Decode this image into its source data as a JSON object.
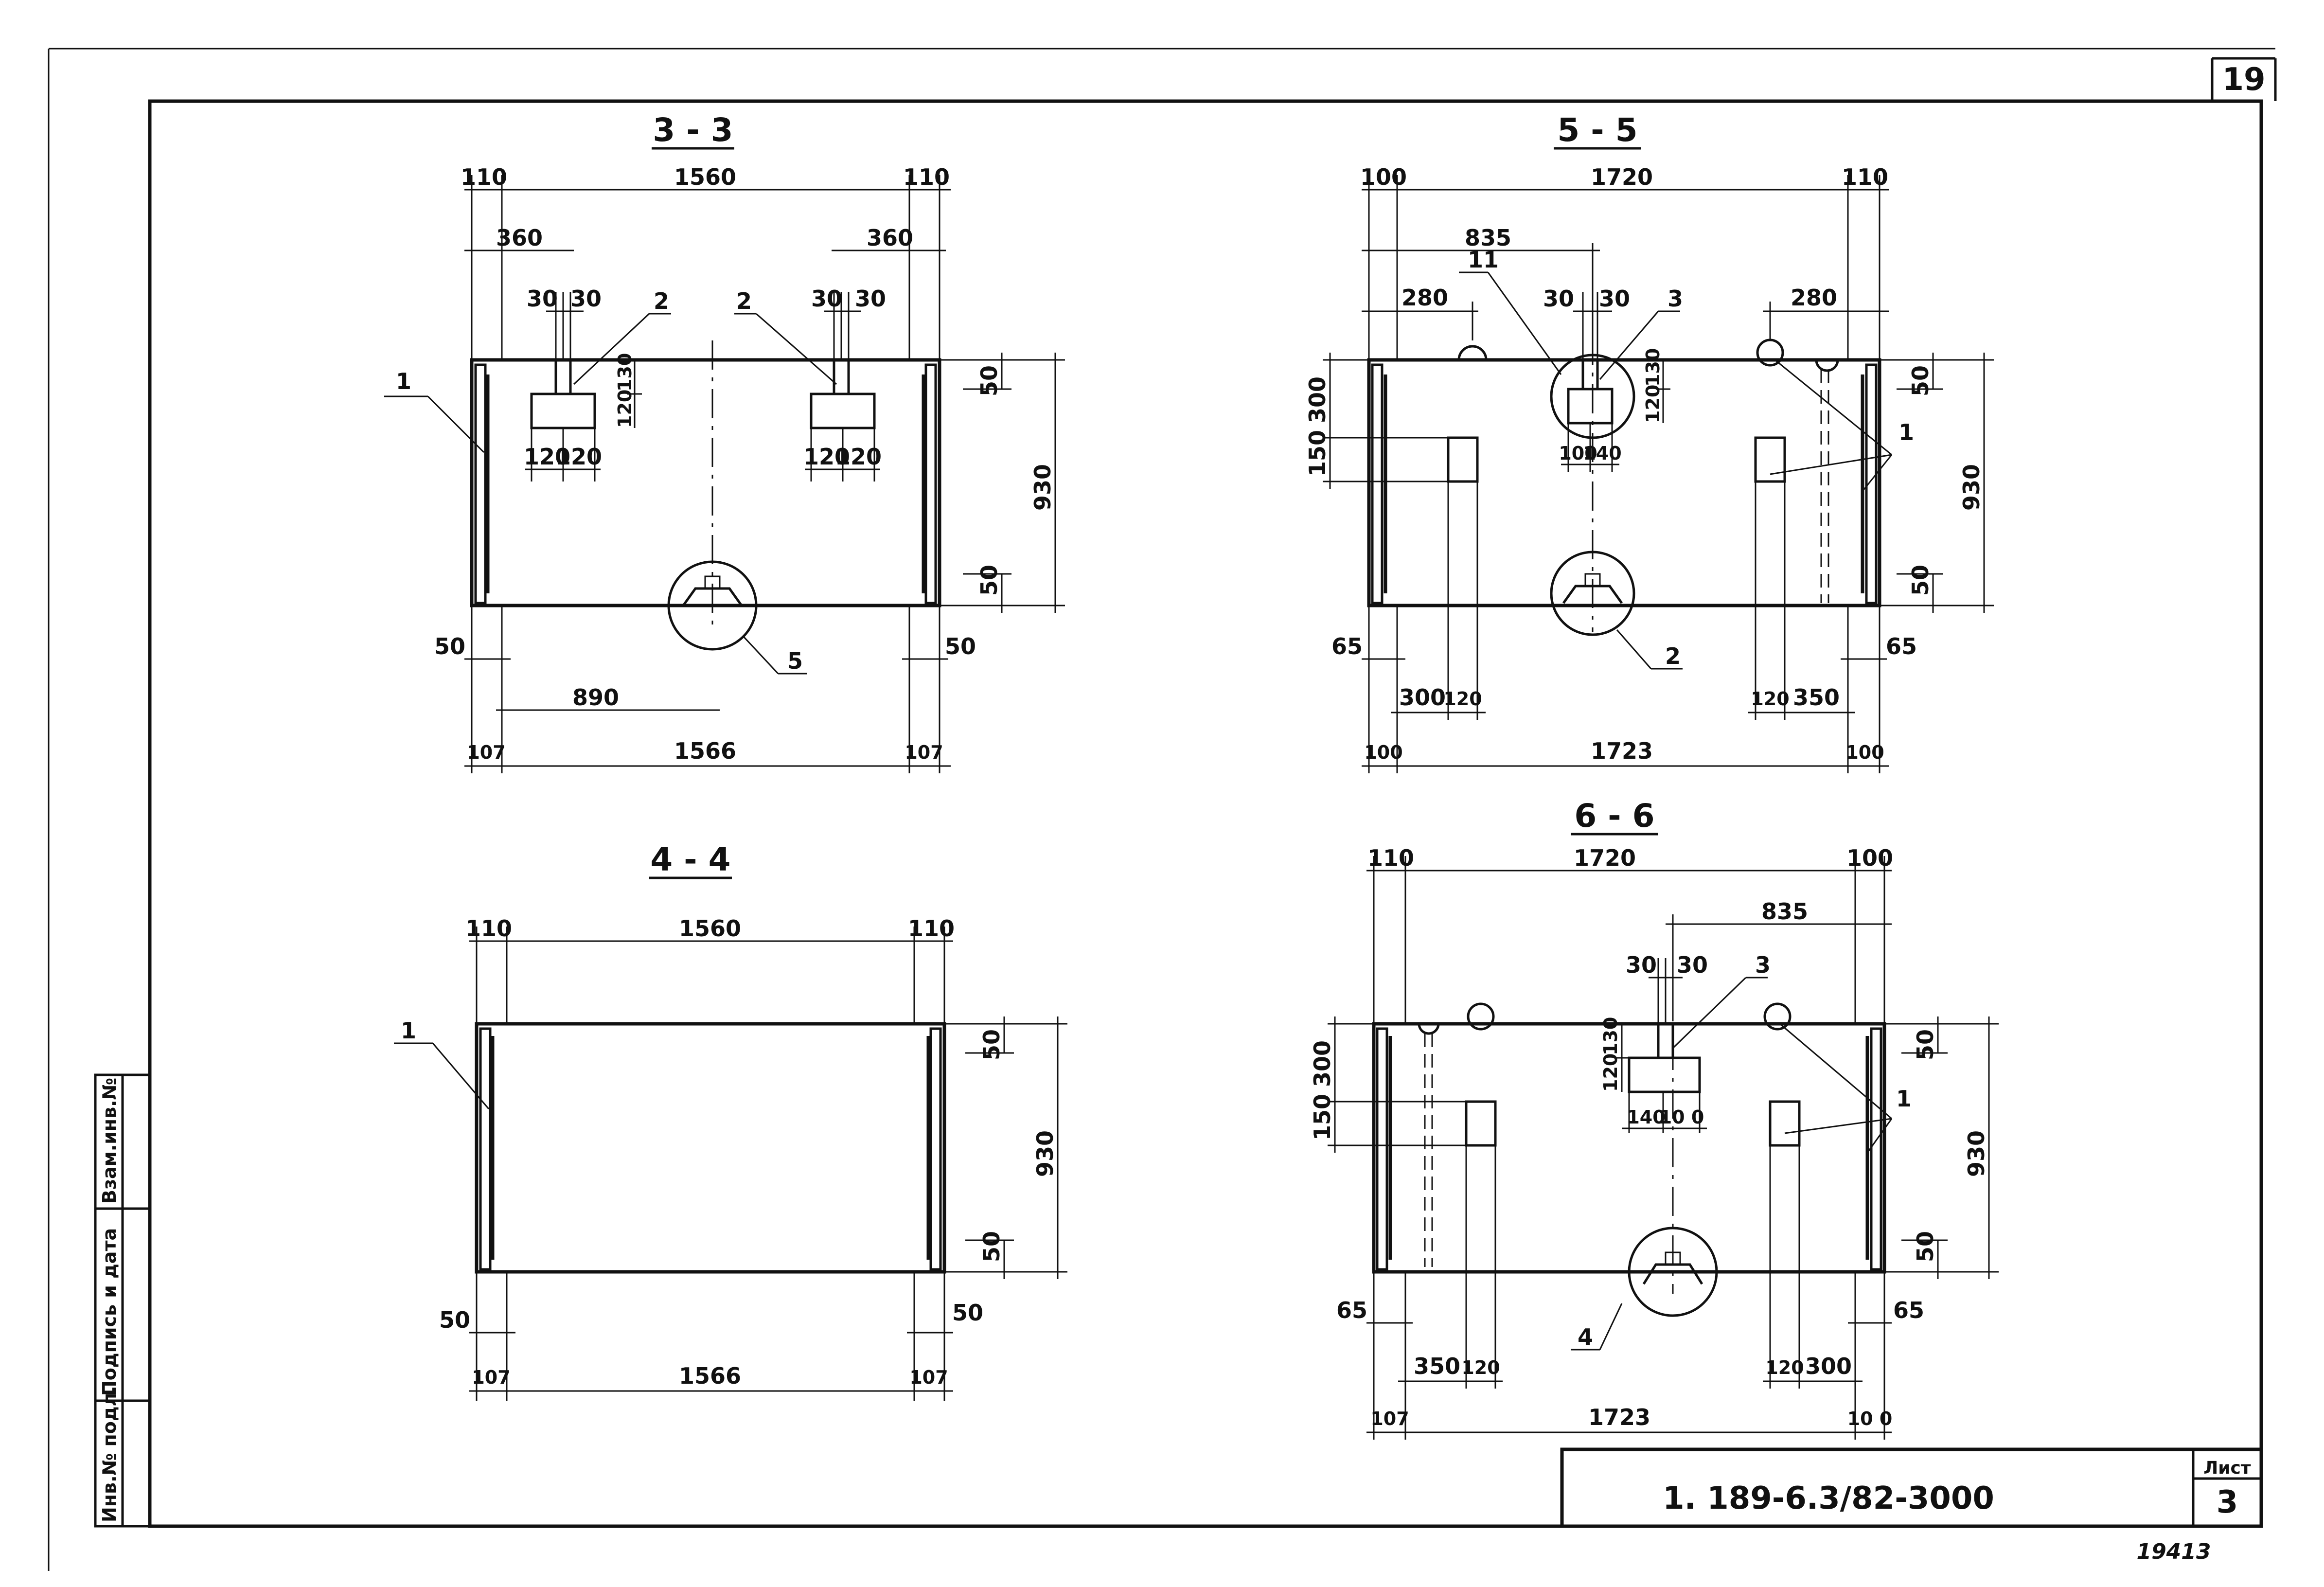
{
  "sheet": {
    "page_number": "19",
    "document_code": "1. 189-6.3/82-3000",
    "sheet_label": "Лист",
    "sheet_number": "3",
    "archive_number": "19413",
    "side_stamp": [
      "Инв.№ подл.",
      "Подпись и дата",
      "Взам.инв.№"
    ]
  },
  "sections": {
    "s33": {
      "title": "3 - 3",
      "dims": {
        "top_left": "110",
        "top_mid": "1560",
        "top_right": "110",
        "left_offset": "360",
        "right_offset": "360",
        "w30a": "30",
        "w30b": "30",
        "w30c": "30",
        "w30d": "30",
        "plate_w1": "120",
        "plate_w2": "120",
        "plate_w3": "120",
        "plate_w4": "120",
        "h120": "120",
        "h130": "130",
        "height": "930",
        "top_gap": "50",
        "bottom_gap": "50",
        "left_edge": "50",
        "right_edge": "50",
        "center": "890",
        "bot_left": "107",
        "bot_mid": "1566",
        "bot_right": "107"
      },
      "markers": {
        "m1": "1",
        "m2a": "2",
        "m2b": "2",
        "m5": "5"
      }
    },
    "s55": {
      "title": "5 - 5",
      "dims": {
        "top_left": "100",
        "top_mid": "1720",
        "top_right": "110",
        "center": "835",
        "left_280": "280",
        "right_280": "280",
        "w30a": "30",
        "w30b": "30",
        "h120": "120",
        "h130": "130",
        "p100": "100",
        "p140": "140",
        "left_300": "300",
        "left_150": "150",
        "height": "930",
        "top_gap": "50",
        "bottom_gap": "50",
        "edge_left": "65",
        "edge_right": "65",
        "b300": "300",
        "b120a": "120",
        "b120b": "120",
        "b350": "350",
        "bot_left": "100",
        "bot_mid": "1723",
        "bot_right": "100"
      },
      "markers": {
        "m11": "11",
        "m3": "3",
        "m1": "1",
        "m2": "2"
      }
    },
    "s44": {
      "title": "4 - 4",
      "dims": {
        "top_left": "110",
        "top_mid": "1560",
        "top_right": "110",
        "height": "930",
        "top_gap": "50",
        "bottom_gap": "50",
        "left_edge": "50",
        "right_edge": "50",
        "bot_left": "107",
        "bot_mid": "1566",
        "bot_right": "107"
      },
      "markers": {
        "m1": "1"
      }
    },
    "s66": {
      "title": "6 - 6",
      "dims": {
        "top_left": "110",
        "top_mid": "1720",
        "top_right": "100",
        "center": "835",
        "w30a": "30",
        "w30b": "30",
        "h120": "120",
        "h130": "130",
        "p140": "140",
        "p100": "10 0",
        "left_300": "300",
        "left_150": "150",
        "height": "930",
        "top_gap": "50",
        "bottom_gap": "50",
        "edge_left": "65",
        "edge_right": "65",
        "b350": "350",
        "b120a": "120",
        "b120b": "120",
        "b300": "300",
        "bot_left": "107",
        "bot_mid": "1723",
        "bot_right": "10 0"
      },
      "markers": {
        "m3": "3",
        "m1": "1",
        "m4": "4"
      }
    }
  }
}
